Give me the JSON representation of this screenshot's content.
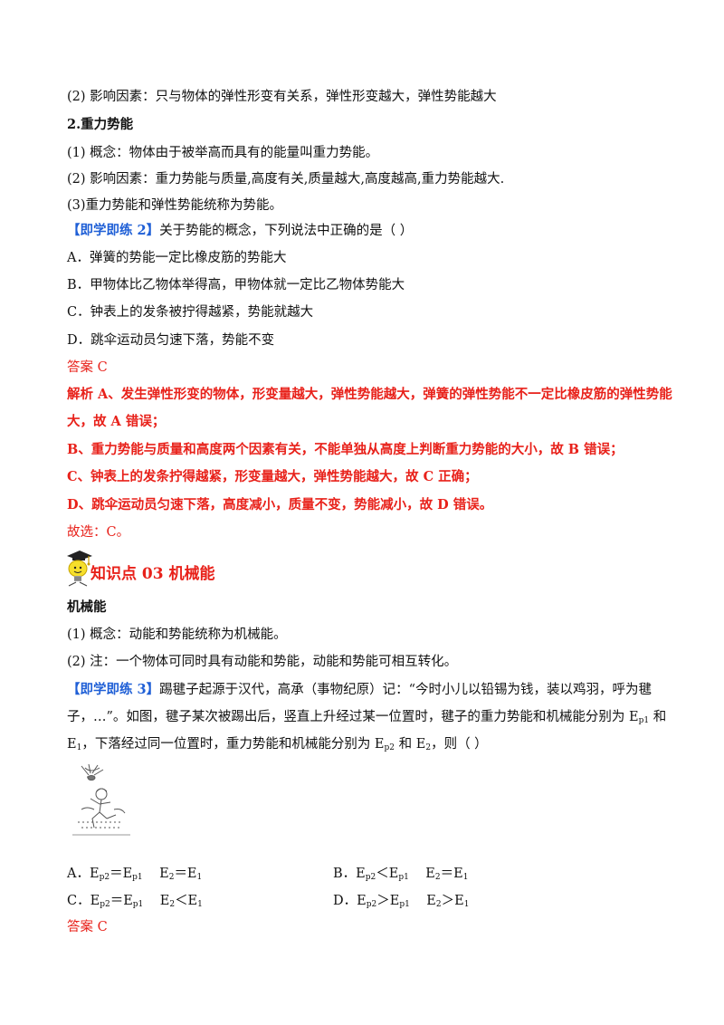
{
  "s1": {
    "p2": "(2) 影响因素：只与物体的弹性形变有关系，弹性形变越大，弹性势能越大"
  },
  "s2": {
    "heading": "2.重力势能",
    "p1": "(1) 概念：物体由于被举高而具有的能量叫重力势能。",
    "p2": "(2)  影响因素：重力势能与质量,高度有关,质量越大,高度越高,重力势能越大.",
    "p3": "(3)重力势能和弹性势能统称为势能。"
  },
  "q2": {
    "tag": "【即学即练 2】",
    "stem": "关于势能的概念，下列说法中正确的是（        ）",
    "optA": "A．弹簧的势能一定比橡皮筋的势能大",
    "optB": "B．甲物体比乙物体举得高，甲物体就一定比乙物体势能大",
    "optC": "C．钟表上的发条被拧得越紧，势能就越大",
    "optD": "D．跳伞运动员匀速下落，势能不变",
    "answer": "答案  C",
    "analysis1": "解析  A、发生弹性形变的物体，形变量越大，弹性势能越大，弹簧的弹性势能不一定比橡皮筋的弹性势能",
    "analysis1b": "大，故 A 错误；",
    "analysisB": "B、重力势能与质量和高度两个因素有关，不能单独从高度上判断重力势能的大小，故 B 错误；",
    "analysisC": "C、钟表上的发条拧得越紧，形变量越大，弹性势能越大，故 C 正确；",
    "analysisD": "D、跳伞运动员匀速下落，高度减小，质量不变，势能减小，故 D 错误。",
    "conclusion": "故选：C。"
  },
  "kp3": {
    "title": "知识点 03    机械能"
  },
  "s3": {
    "heading": "机械能",
    "p1": "(1) 概念：动能和势能统称为机械能。",
    "p2": "(2) 注：一个物体可同时具有动能和势能，动能和势能可相互转化。"
  },
  "q3": {
    "tag": "【即学即练 3】",
    "stem1": "踢毽子起源于汉代，高承（事物纪原）记：“今时小儿以铅锡为钱，装以鸡羽，呼为毽",
    "stem2": "子，…”。如图，毽子某次被踢出后，竖直上升经过某一位置时，毽子的重力势能和机械能分别为 E",
    "stem2_sub": "p1",
    "stem2_end": " 和",
    "stem3_a": "E",
    "stem3_sub1": "1",
    "stem3_b": "，下落经过同一位置时，重力势能和机械能分别为 E",
    "stem3_sub2": "p2",
    "stem3_c": " 和 E",
    "stem3_sub3": "2",
    "stem3_d": "，则（        ）",
    "options": [
      {
        "lab": "A．",
        "e1": "E",
        "s1": "p2",
        "m1": "＝E",
        "s2": "p1",
        "gap": "    ",
        "e2": "E",
        "s3": "2",
        "m2": "＝E",
        "s4": "1"
      },
      {
        "lab": "B．",
        "e1": "E",
        "s1": "p2",
        "m1": "＜E",
        "s2": "p1",
        "gap": "    ",
        "e2": "E",
        "s3": "2",
        "m2": "＝E",
        "s4": "1"
      },
      {
        "lab": "C．",
        "e1": "E",
        "s1": "p2",
        "m1": "＝E",
        "s2": "p1",
        "gap": "    ",
        "e2": "E",
        "s3": "2",
        "m2": "＜E",
        "s4": "1"
      },
      {
        "lab": "D．",
        "e1": "E",
        "s1": "p2",
        "m1": "＞E",
        "s2": "p1",
        "gap": "    ",
        "e2": "E",
        "s3": "2",
        "m2": "＞E",
        "s4": "1"
      }
    ],
    "answer": "答案  C"
  }
}
